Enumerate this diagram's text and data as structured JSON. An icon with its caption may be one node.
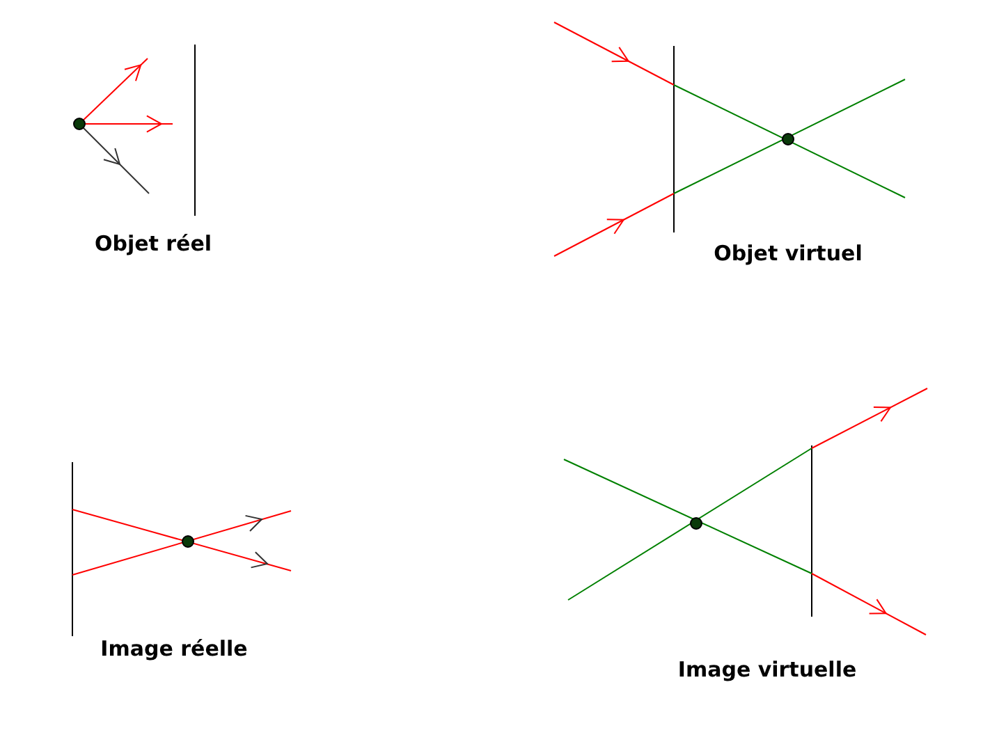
{
  "diagram": {
    "labels": [
      "Objet réel",
      "Objet virtuel",
      "Image réelle",
      "Image virtuelle"
    ]
  }
}
